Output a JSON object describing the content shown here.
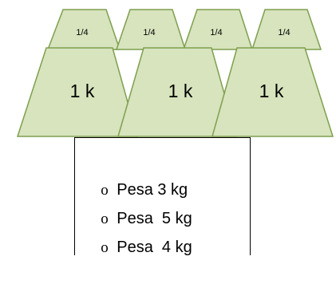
{
  "colors": {
    "fill": "#d7e4bd",
    "stroke": "#7f9f4f",
    "text": "#000000"
  },
  "small_weights": [
    {
      "label": "1/4"
    },
    {
      "label": "1/4"
    },
    {
      "label": "1/4"
    },
    {
      "label": "1/4"
    }
  ],
  "big_weights": [
    {
      "label": "1 k"
    },
    {
      "label": "1 k"
    },
    {
      "label": "1 k"
    }
  ],
  "options": [
    {
      "bullet": "o",
      "text": "Pesa 3 kg"
    },
    {
      "bullet": "o",
      "text": "Pesa  5 kg"
    },
    {
      "bullet": "o",
      "text": "Pesa  4 kg"
    }
  ]
}
